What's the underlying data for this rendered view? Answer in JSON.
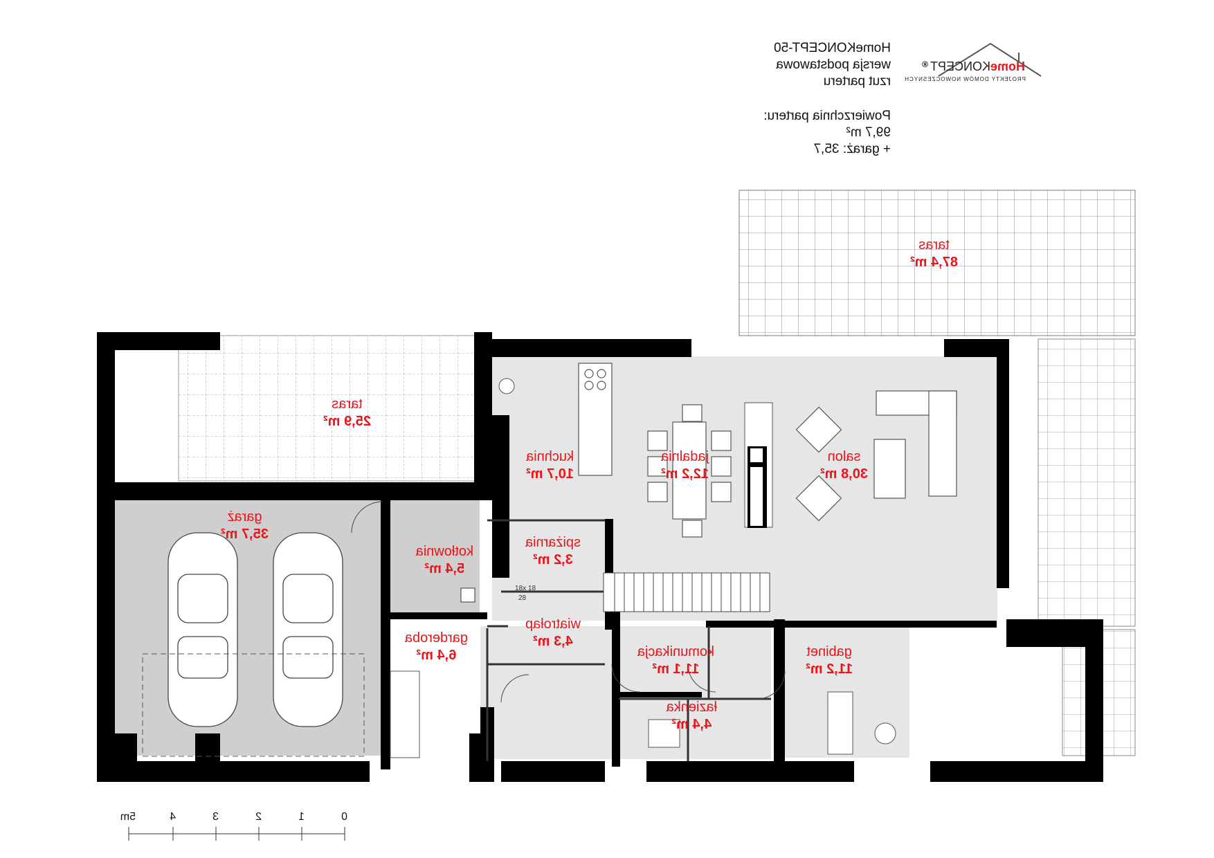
{
  "header": {
    "title": "HomeKONCEPT-50",
    "version": "wersja podstawowa",
    "view": "rzut parteru",
    "area_label": "Powierzchnia parteru:",
    "area_value": "99,7 m²",
    "garage_value": "+ garaż: 35,7"
  },
  "logo": {
    "brand_home": "Home",
    "brand_koncept": "KONCEPT",
    "registered": "®",
    "tagline": "PROJEKTY DOMÓW NOWOCZESNYCH",
    "brand_color": "#e8151b"
  },
  "rooms": [
    {
      "name": "taras",
      "area": "87,4 m²"
    },
    {
      "name": "taras",
      "area": "25,9 m²"
    },
    {
      "name": "kuchnia",
      "area": "10,7 m²"
    },
    {
      "name": "jadalnia",
      "area": "12,2 m²"
    },
    {
      "name": "salon",
      "area": "30,8 m²"
    },
    {
      "name": "garaż",
      "area": "35,7 m²"
    },
    {
      "name": "kotłownia",
      "area": "5,4 m²"
    },
    {
      "name": "spiżarnia",
      "area": "3,2 m²"
    },
    {
      "name": "wiatrołap",
      "area": "4,3 m²"
    },
    {
      "name": "komunikacja",
      "area": "11,1 m²"
    },
    {
      "name": "gabinet",
      "area": "11,2 m²"
    },
    {
      "name": "garderoba",
      "area": "6,4 m²"
    },
    {
      "name": "łazienka",
      "area": "4,4 m²"
    }
  ],
  "stairs": {
    "spec": "18x 18",
    "depth": "28"
  },
  "scale": {
    "labels": [
      "0",
      "1",
      "2",
      "3",
      "4",
      "5m"
    ]
  },
  "colors": {
    "label_red": "#e8151b",
    "wall": "#000000",
    "floor_grey": "#e6e6e6",
    "garage_grey": "#cfcfcf"
  }
}
